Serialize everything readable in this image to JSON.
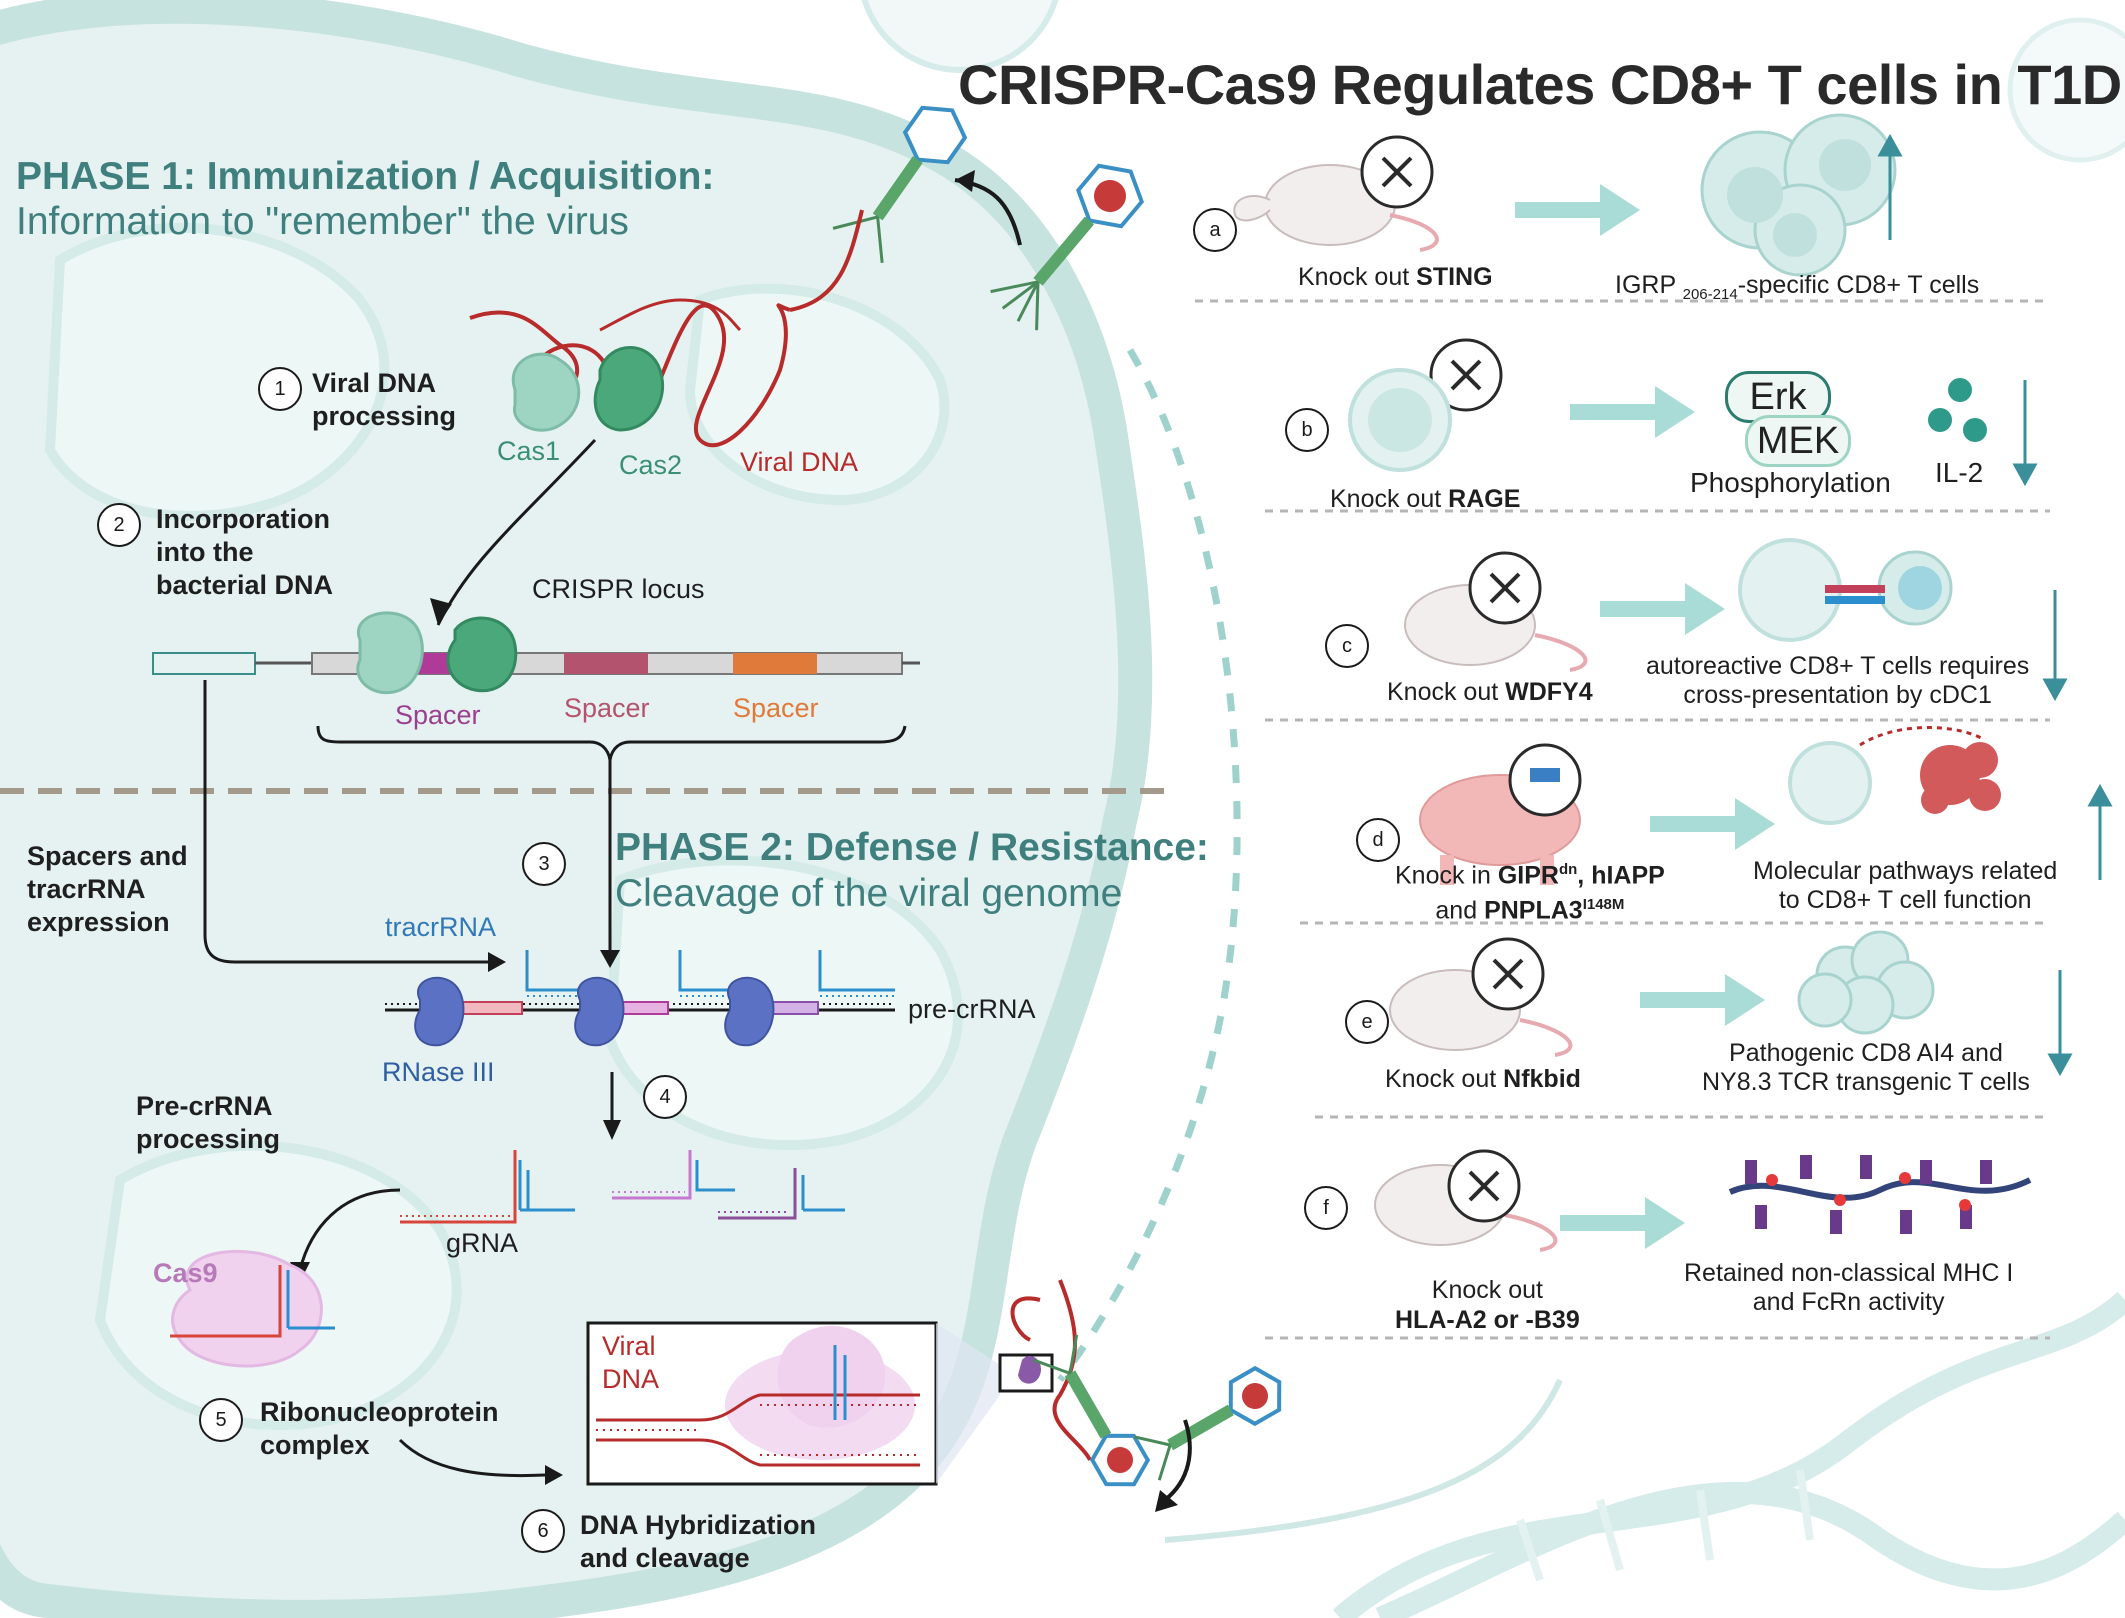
{
  "title": "CRISPR-Cas9 Regulates CD8+ T cells in T1D",
  "phase1": {
    "heading": "PHASE 1: Immunization / Acquisition:",
    "subheading": "Information to \"remember\" the virus"
  },
  "phase2": {
    "heading": "PHASE 2: Defense / Resistance:",
    "subheading": "Cleavage of the viral genome"
  },
  "steps": [
    {
      "number": "1",
      "label_line1": "Viral DNA",
      "label_line2": "processing"
    },
    {
      "number": "2",
      "label_line1": "Incorporation",
      "label_line2": "into the",
      "label_line3": "bacterial DNA"
    },
    {
      "number": "3"
    },
    {
      "number": "4"
    },
    {
      "number": "5",
      "label_line1": "Ribonucleoprotein",
      "label_line2": "complex"
    },
    {
      "number": "6",
      "label_line1": "DNA Hybridization",
      "label_line2": "and cleavage"
    }
  ],
  "labels": {
    "cas1": "Cas1",
    "cas2": "Cas2",
    "viral_dna": "Viral DNA",
    "crispr_locus": "CRISPR locus",
    "spacer": "Spacer",
    "spacers_expr_1": "Spacers and",
    "spacers_expr_2": "tracrRNA",
    "spacers_expr_3": "expression",
    "tracrrna": "tracrRNA",
    "pre_crrna": "pre-crRNA",
    "rnase": "RNase III",
    "pre_proc_1": "Pre-crRNA",
    "pre_proc_2": "processing",
    "grna": "gRNA",
    "cas9": "Cas9",
    "viral_box_1": "Viral",
    "viral_box_2": "DNA"
  },
  "panels": [
    {
      "letter": "a",
      "left_pre": "Knock out ",
      "left_bold": "STING",
      "right_pre": "IGRP ",
      "right_sub": "206-214",
      "right_post": "-specific CD8+ T cells",
      "trend": "up"
    },
    {
      "letter": "b",
      "left_pre": "Knock out ",
      "left_bold": "RAGE",
      "right_erk": "Erk",
      "right_mek": "MEK",
      "right_phos": "Phosphorylation",
      "right_il2": "IL-2",
      "trend": "down"
    },
    {
      "letter": "c",
      "left_pre": "Knock out ",
      "left_bold": "WDFY4",
      "right_line1": "autoreactive CD8+ T cells requires",
      "right_line2": "cross-presentation by cDC1",
      "trend": "down"
    },
    {
      "letter": "d",
      "left_pre": "Knock in ",
      "left_bold": "GIPR",
      "left_sup": "dn",
      "left_mid": ", hIAPP",
      "left_line2_pre": "and ",
      "left_line2_bold": "PNPLA3",
      "left_line2_sup": "I148M",
      "right_line1": "Molecular pathways related",
      "right_line2": "to CD8+ T cell function",
      "trend": "up"
    },
    {
      "letter": "e",
      "left_pre": "Knock out ",
      "left_bold": "Nfkbid",
      "right_line1": "Pathogenic CD8 AI4 and",
      "right_line2": "NY8.3 TCR transgenic T cells",
      "trend": "down"
    },
    {
      "letter": "f",
      "left_line1": "Knock out",
      "left_bold": "HLA-A2 or -B39",
      "right_line1": "Retained non-classical MHC I",
      "right_line2": "and FcRn activity",
      "trend": "none"
    }
  ],
  "colors": {
    "teal_accent": "#3f7f7e",
    "cell_fill": "#e3f1f0",
    "cell_outline": "#bfe0dc",
    "viral_red": "#b82b2b",
    "arrow_teal": "#a9dcd6",
    "trend_arrow": "#3a8f9a",
    "divider": "#a39a8c"
  },
  "icons": [
    "phage-icon",
    "mouse-icon",
    "pig-icon",
    "knockout-x-icon",
    "tcell-icon",
    "dendritic-cell-icon",
    "tumor-cell-icon",
    "dna-helix-icon",
    "cas-protein-icon"
  ]
}
